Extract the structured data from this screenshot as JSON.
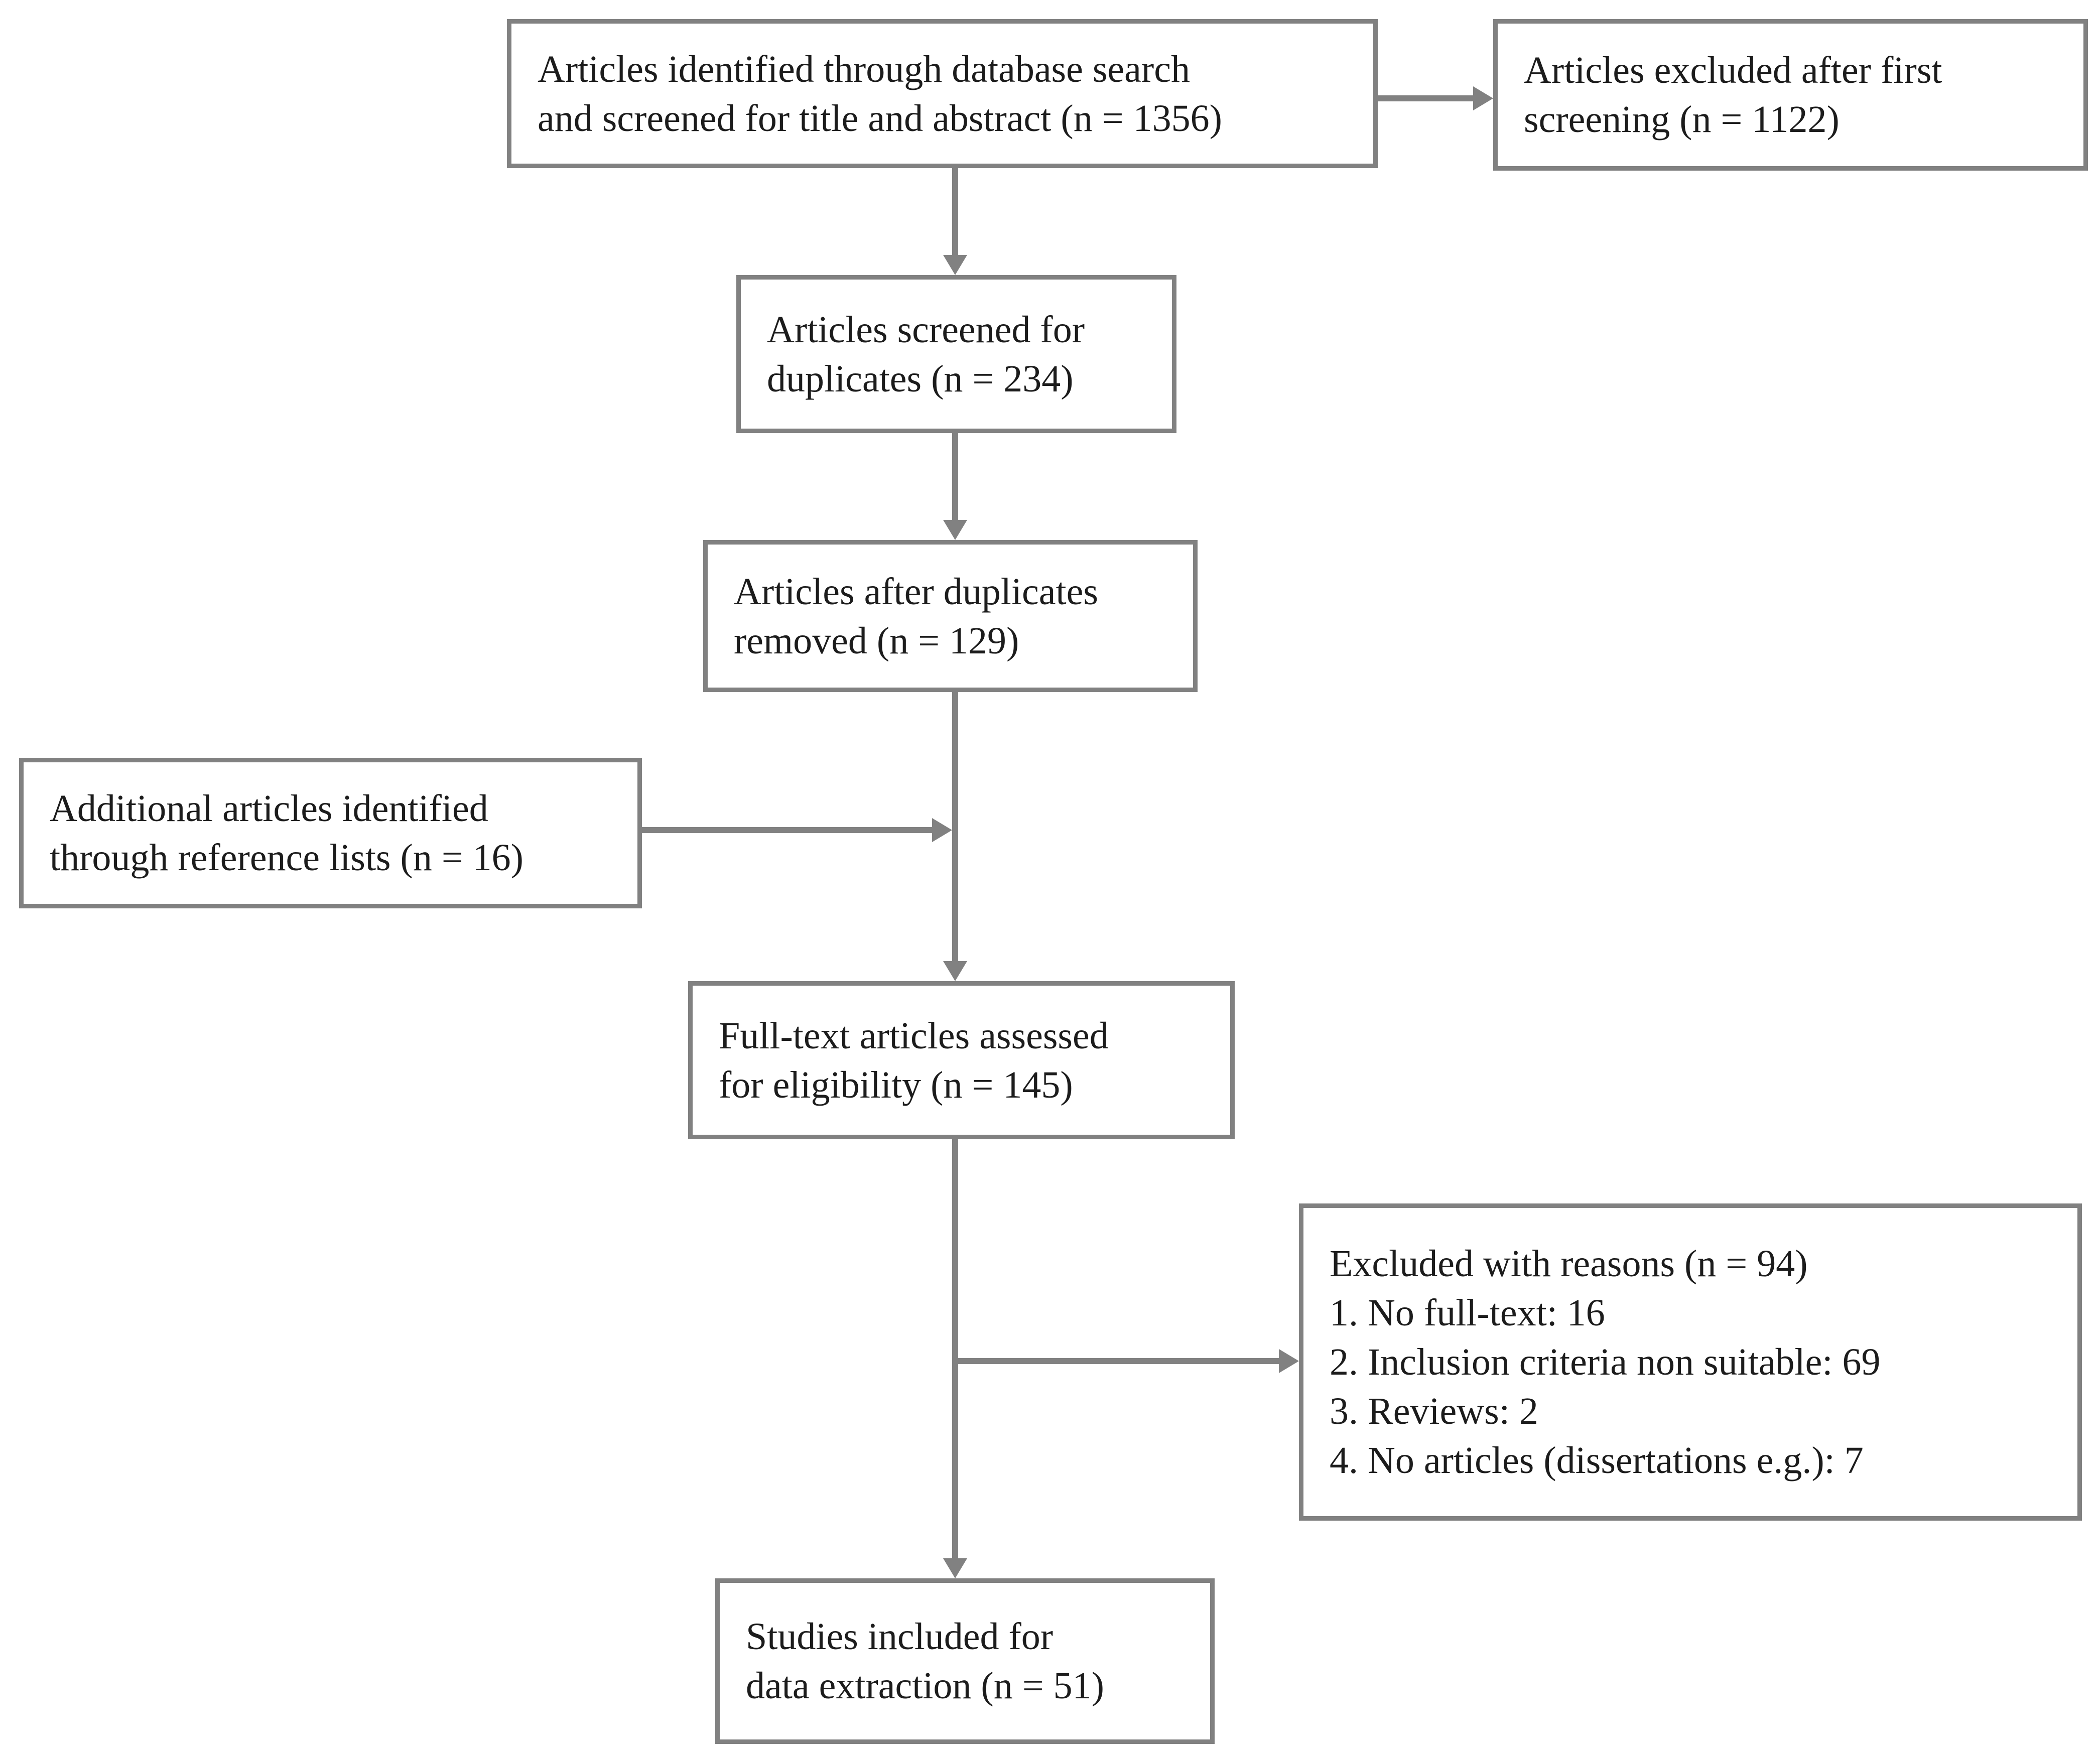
{
  "diagram": {
    "type": "prisma-flowchart",
    "colors": {
      "line": "#818181",
      "text": "#1c1c1c",
      "background": "#ffffff"
    },
    "boxes": {
      "identified": {
        "lines": [
          "Articles identified through database search",
          "and screened for title and abstract (n = 1356)"
        ]
      },
      "excluded_first": {
        "lines": [
          "Articles excluded after first",
          "screening (n = 1122)"
        ]
      },
      "screened_duplicates": {
        "lines": [
          "Articles screened for",
          "duplicates (n = 234)"
        ]
      },
      "duplicates_removed": {
        "lines": [
          "Articles after duplicates",
          "removed (n = 129)"
        ]
      },
      "additional": {
        "lines": [
          "Additional articles identified",
          "through reference lists (n = 16)"
        ]
      },
      "fulltext": {
        "lines": [
          "Full-text articles assessed",
          "for eligibility (n = 145)"
        ]
      },
      "excluded_reasons": {
        "lines": [
          "Excluded with reasons (n = 94)",
          "1. No full-text: 16",
          "2. Inclusion criteria non suitable: 69",
          "3. Reviews: 2",
          "4. No articles (dissertations e.g.): 7"
        ]
      },
      "included": {
        "lines": [
          "Studies included for",
          "data extraction (n = 51)"
        ]
      }
    }
  }
}
